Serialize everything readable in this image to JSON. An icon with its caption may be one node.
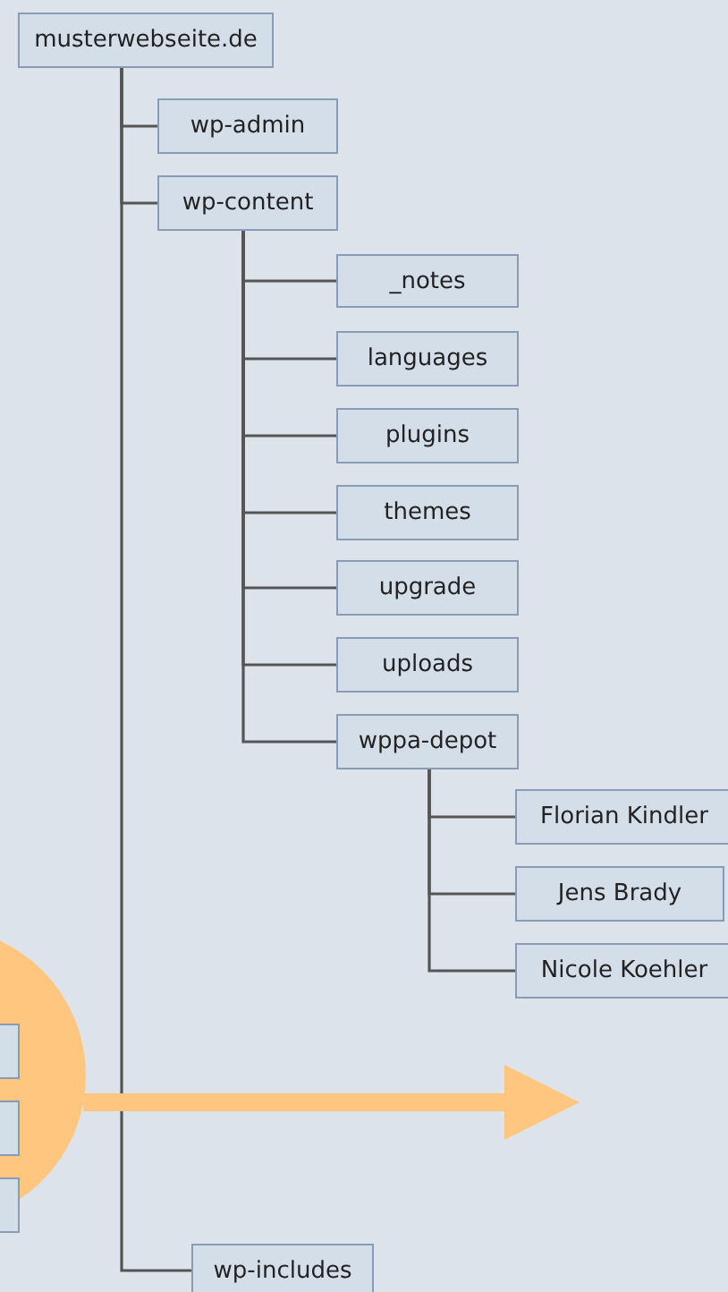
{
  "diagram": {
    "nodes": [
      {
        "text": [
          "musterwebseite.de"
        ]
      },
      {
        "text": [
          "wp-admin"
        ]
      },
      {
        "text": [
          "wp-content"
        ]
      },
      {
        "text": [
          "_notes"
        ]
      },
      {
        "text": [
          "languages"
        ]
      },
      {
        "text": [
          "plugins"
        ]
      },
      {
        "text": [
          "themes"
        ]
      },
      {
        "text": [
          "upgrade"
        ]
      },
      {
        "text": [
          "uploads"
        ]
      },
      {
        "text": [
          "wppa-depot"
        ]
      },
      {
        "text": [
          "Florian Kindler"
        ]
      },
      {
        "text": [
          "Jens Brady"
        ]
      },
      {
        "text": [
          "Nicole Koehler"
        ]
      },
      {
        "text": [
          "wp-includes"
        ]
      },
      {
        "text": [],
        "shape": "circle"
      },
      {
        "text": [],
        "shape": "box",
        "in": 14
      },
      {
        "text": [],
        "shape": "box",
        "in": 14
      },
      {
        "text": [],
        "shape": "box",
        "in": 14
      }
    ],
    "edges": [
      {
        "from": 0,
        "to": 1,
        "arrow": "none"
      },
      {
        "from": 0,
        "to": 2,
        "arrow": "none"
      },
      {
        "from": 2,
        "to": 3,
        "arrow": "none"
      },
      {
        "from": 2,
        "to": 4,
        "arrow": "none"
      },
      {
        "from": 2,
        "to": 5,
        "arrow": "none"
      },
      {
        "from": 2,
        "to": 6,
        "arrow": "none"
      },
      {
        "from": 2,
        "to": 7,
        "arrow": "none"
      },
      {
        "from": 2,
        "to": 8,
        "arrow": "none"
      },
      {
        "from": 2,
        "to": 9,
        "arrow": "none"
      },
      {
        "from": 9,
        "to": 10,
        "arrow": "none"
      },
      {
        "from": 9,
        "to": 11,
        "arrow": "none"
      },
      {
        "from": 9,
        "to": 12,
        "arrow": "none"
      },
      {
        "from": 0,
        "to": 13,
        "arrow": "none"
      },
      {
        "from": 14,
        "to": null,
        "arrow": "to",
        "style": "thick",
        "color": "#ffc680"
      }
    ]
  }
}
